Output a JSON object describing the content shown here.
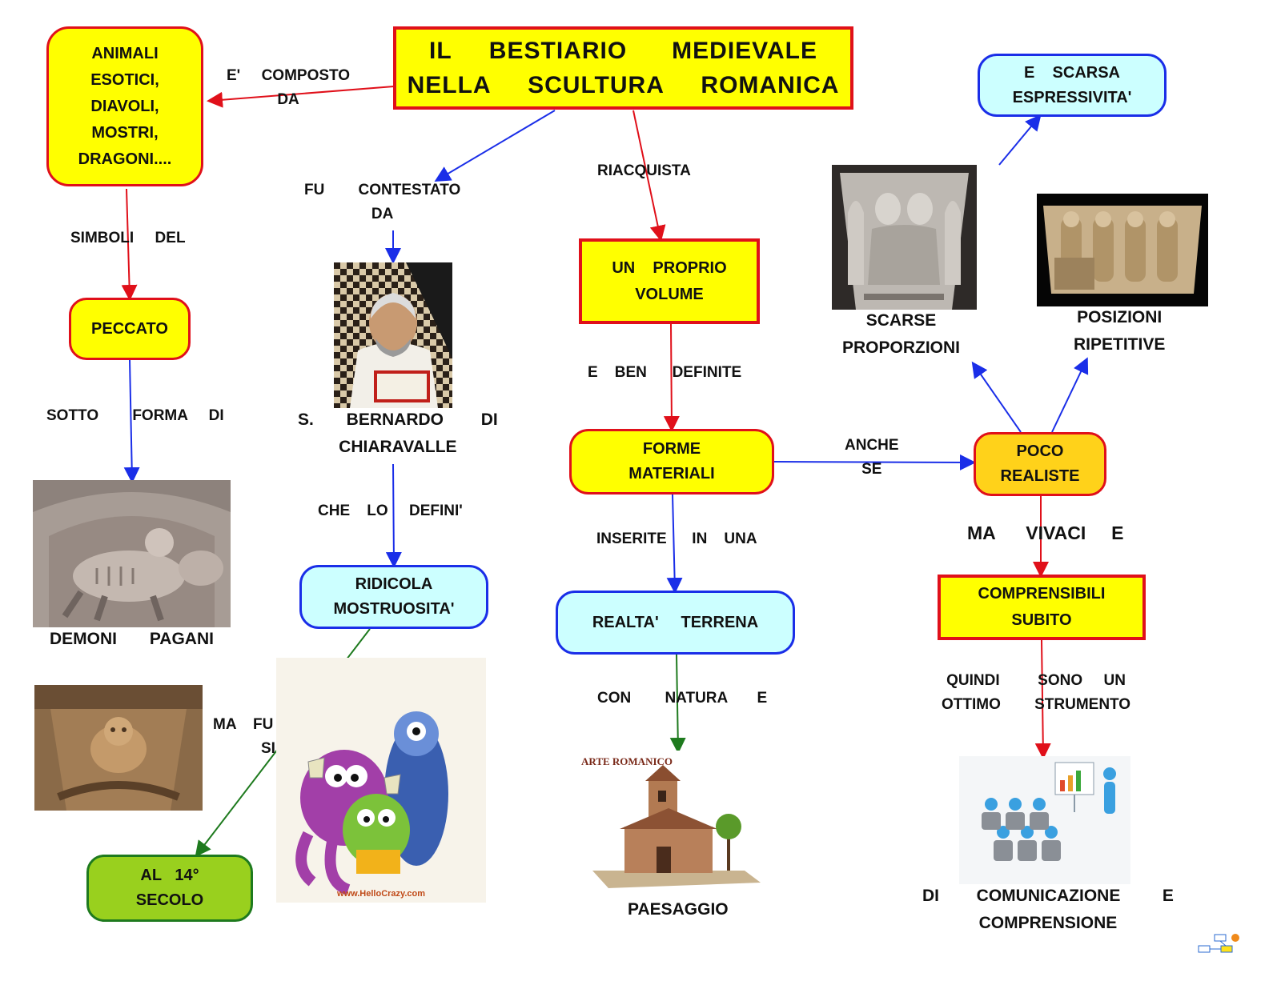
{
  "title": "IL     BESTIARIO      MEDIEVALE\nNELLA     SCULTURA     ROMANICA",
  "nodes": {
    "animali": "ANIMALI\nESOTICI,\nDIAVOLI,\nMOSTRI,\nDRAGONI....",
    "peccato": "PECCATO",
    "proprio_volume": "UN    PROPRIO\nVOLUME",
    "forme_materiali": "FORME\nMATERIALI",
    "poco_realiste": "POCO\nREALISTE",
    "scarsa_espressivita": "E    SCARSA\nESPRESSIVITA'",
    "ridicola": "RIDICOLA\nMOSTRUOSITA'",
    "realta_terrena": "REALTA'     TERRENA",
    "comprensibili": "COMPRENSIBILI\nSUBITO",
    "secolo": "AL   14°\nSECOLO"
  },
  "links": {
    "composto": "E'     COMPOSTO\nDA",
    "simboli": "SIMBOLI     DEL",
    "sotto_forma": "SOTTO        FORMA     DI",
    "contestato": "FU        CONTESTATO\nDA",
    "riacquista": "RIACQUISTA",
    "ben_definite": "E    BEN      DEFINITE",
    "anche_se": "ANCHE\nSE",
    "che_lo": "CHE    LO     DEFINI'",
    "inserite": "INSERITE      IN    UNA",
    "ma_vivaci": "MA      VIVACI     E",
    "ma_fu": "MA    FU     USATO\nSINO",
    "con_natura": "CON        NATURA       E",
    "quindi": "QUINDI         SONO     UN\nOTTIMO        STRUMENTO"
  },
  "captions": {
    "demoni": "DEMONI       PAGANI",
    "bernardo": "S.       BERNARDO        DI\nCHIARAVALLE",
    "scarse": "SCARSE\nPROPORZIONI",
    "posizioni": "POSIZIONI\nRIPETITIVE",
    "paesaggio": "PAESAGGIO",
    "comunicazione": "DI        COMUNICAZIONE         E\nCOMPRENSIONE"
  },
  "images": {
    "arte_romanico": "ARTE ROMANICO",
    "hellocrazy": "www.HelloCrazy.com"
  },
  "colors": {
    "red": "#e0101a",
    "blue": "#1a2ee8",
    "green": "#1e7a1e",
    "yellow": "#ffff00",
    "cyan": "#ccffff",
    "orange": "#ffd21a",
    "lime": "#99d01e"
  }
}
